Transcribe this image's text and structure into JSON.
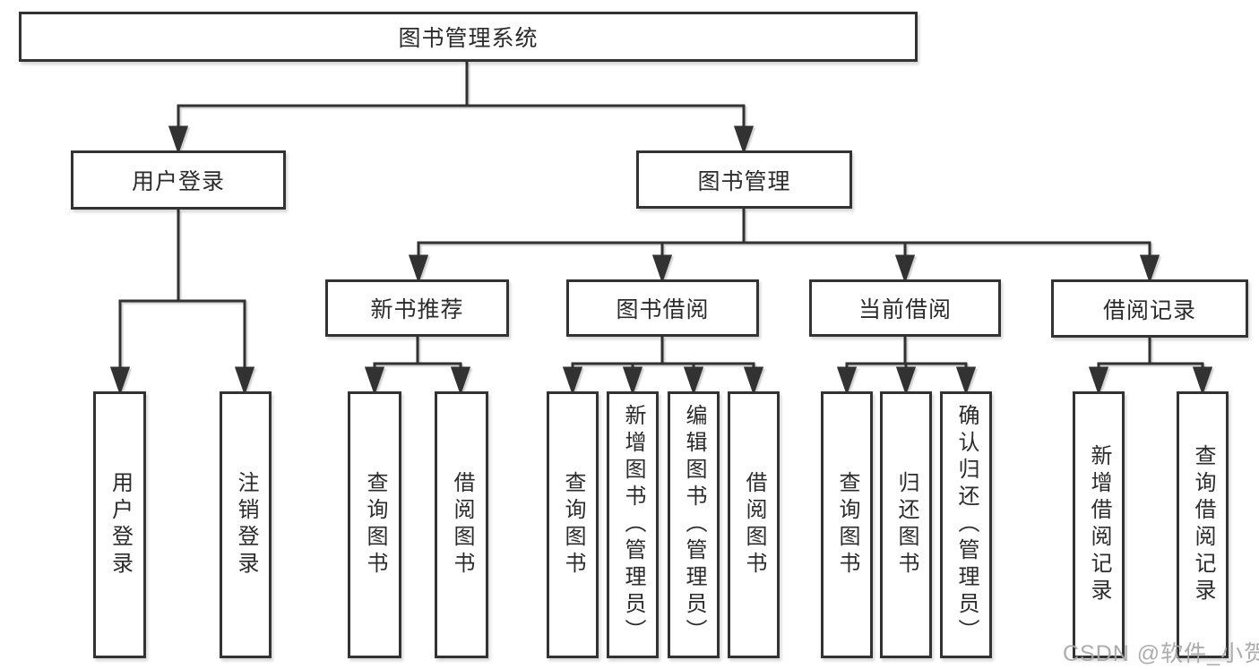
{
  "style": {
    "line_color": "#333333",
    "text_color": "#2b2b2b",
    "box_background": "#ffffff",
    "watermark_color": "#a6a6a6"
  },
  "watermark": {
    "text": "CSDN @软件_小贺同学"
  },
  "tree": {
    "root": {
      "label": "图书管理系统"
    },
    "branches": [
      {
        "label": "用户登录",
        "children": [
          {
            "label": "用户登录"
          },
          {
            "label": "注销登录"
          }
        ]
      },
      {
        "label": "图书管理",
        "children": [
          {
            "label": "新书推荐",
            "children": [
              {
                "label": "查询图书"
              },
              {
                "label": "借阅图书"
              }
            ]
          },
          {
            "label": "图书借阅",
            "children": [
              {
                "label": "查询图书"
              },
              {
                "label": "新增图书（管理员）"
              },
              {
                "label": "编辑图书（管理员）"
              },
              {
                "label": "借阅图书"
              }
            ]
          },
          {
            "label": "当前借阅",
            "children": [
              {
                "label": "查询图书"
              },
              {
                "label": "归还图书"
              },
              {
                "label": "确认归还（管理员）"
              }
            ]
          },
          {
            "label": "借阅记录",
            "children": [
              {
                "label": "新增借阅记录"
              },
              {
                "label": "查询借阅记录"
              }
            ]
          }
        ]
      }
    ]
  }
}
